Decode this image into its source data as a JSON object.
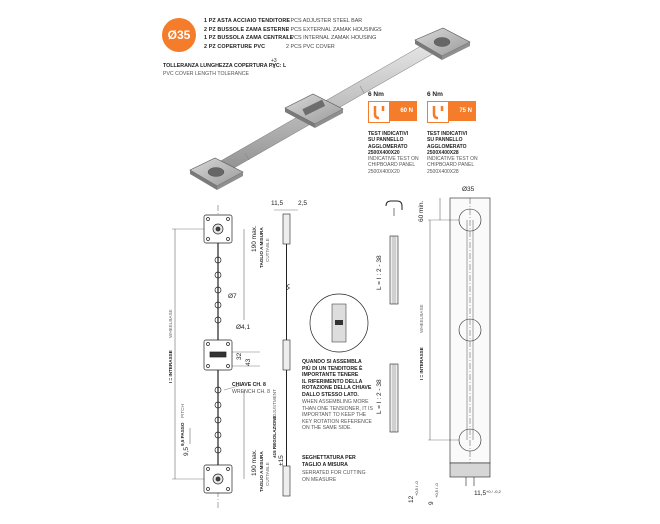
{
  "badge": {
    "label": "Ø35",
    "color": "#f47c2b"
  },
  "components_it": [
    "1 PZ ASTA ACCIAIO TENDITORE",
    "2 PZ BUSSOLE ZAMA ESTERNE",
    "1 PZ BUSSOLA ZAMA CENTRALE",
    "2 PZ COPERTURE PVC"
  ],
  "components_en": [
    "1 PCS ADJUSTER STEEL BAR",
    "2 PCS EXTERNAL ZAMAK HOUSINGS",
    "1 PCS INTERNAL ZAMAK HOUSING",
    "2 PCS PVC COVER"
  ],
  "tolerance": {
    "it": "TOLLERANZA LUNGHEZZA COPERTURA PVC: L",
    "plus": "+3",
    "minus": "-1",
    "en": "PVC COVER LENGTH TOLERANCE"
  },
  "tests": [
    {
      "torque": "6 Nm",
      "force": "60 N",
      "it": [
        "TEST INDICATIVI",
        "SU PANNELLO",
        "AGGLOMERATO",
        "2500X400X20"
      ],
      "en": [
        "INDICATIVE TEST ON",
        "CHIPBOARD PANEL",
        "2500X400X20"
      ]
    },
    {
      "torque": "6 Nm",
      "force": "75 N",
      "it": [
        "TEST INDICATIVI",
        "SU PANNELLO",
        "AGGLOMERATO",
        "2500X400X28"
      ],
      "en": [
        "INDICATIVE TEST ON",
        "CHIPBOARD PANEL",
        "2500X400X28"
      ]
    }
  ],
  "dimensions": {
    "d115": "11,5",
    "d25": "2,5",
    "d190a": "190 max.",
    "d7": "Ø7",
    "d41": "Ø4,1",
    "d32": "32",
    "d43": "43",
    "d190b": "190 max.",
    "d95": "9,5",
    "d15": "±15",
    "d35": "Ø35",
    "d60": "60 min.",
    "L1": "L = I : 2 - 38",
    "L2": "L = I : 2 - 38",
    "d12": "12",
    "d9": "9",
    "d115b": "11,5",
    "tol12": "+0,5 / -0",
    "tol9": "+0,5 / -0",
    "tol115": "+0 / -0,2"
  },
  "labels": {
    "taglio_it": "TAGLIO A MISURA",
    "taglio_en": "CUTTABLE",
    "interasse": "I = INTERASSE",
    "interasse_en": "WHEELBASE",
    "passo": "9,5 PASSO",
    "passo_en": "PITCH",
    "regolazione": "±15 REGOLAZIONE",
    "regolazione_en": "ADJUSTMENT",
    "chiave_it": "CHIAVE CH. 8",
    "chiave_en": "WRENCH CH. 8",
    "interasse2": "I = INTERASSE",
    "interasse2_en": "WHEELBASE"
  },
  "note": {
    "it": [
      "QUANDO SI ASSEMBLA",
      "PIÙ DI UN TENDITORE È",
      "IMPORTANTE TENERE",
      "IL RIFERIMENTO DELLA",
      "ROTAZIONE DELLA CHIAVE",
      "DALLO STESSO LATO."
    ],
    "en": [
      "WHEN ASSEMBLING MORE",
      "THAN ONE TENSIONER, IT IS",
      "IMPORTANT TO KEEP THE",
      "KEY ROTATION REFERENCE",
      "ON THE SAME SIDE."
    ]
  },
  "note2": {
    "it": [
      "SEGHETTATURA PER",
      "TAGLIO A MISURA"
    ],
    "en": [
      "SERRATED FOR CUTTING",
      "ON MEASURE"
    ]
  }
}
